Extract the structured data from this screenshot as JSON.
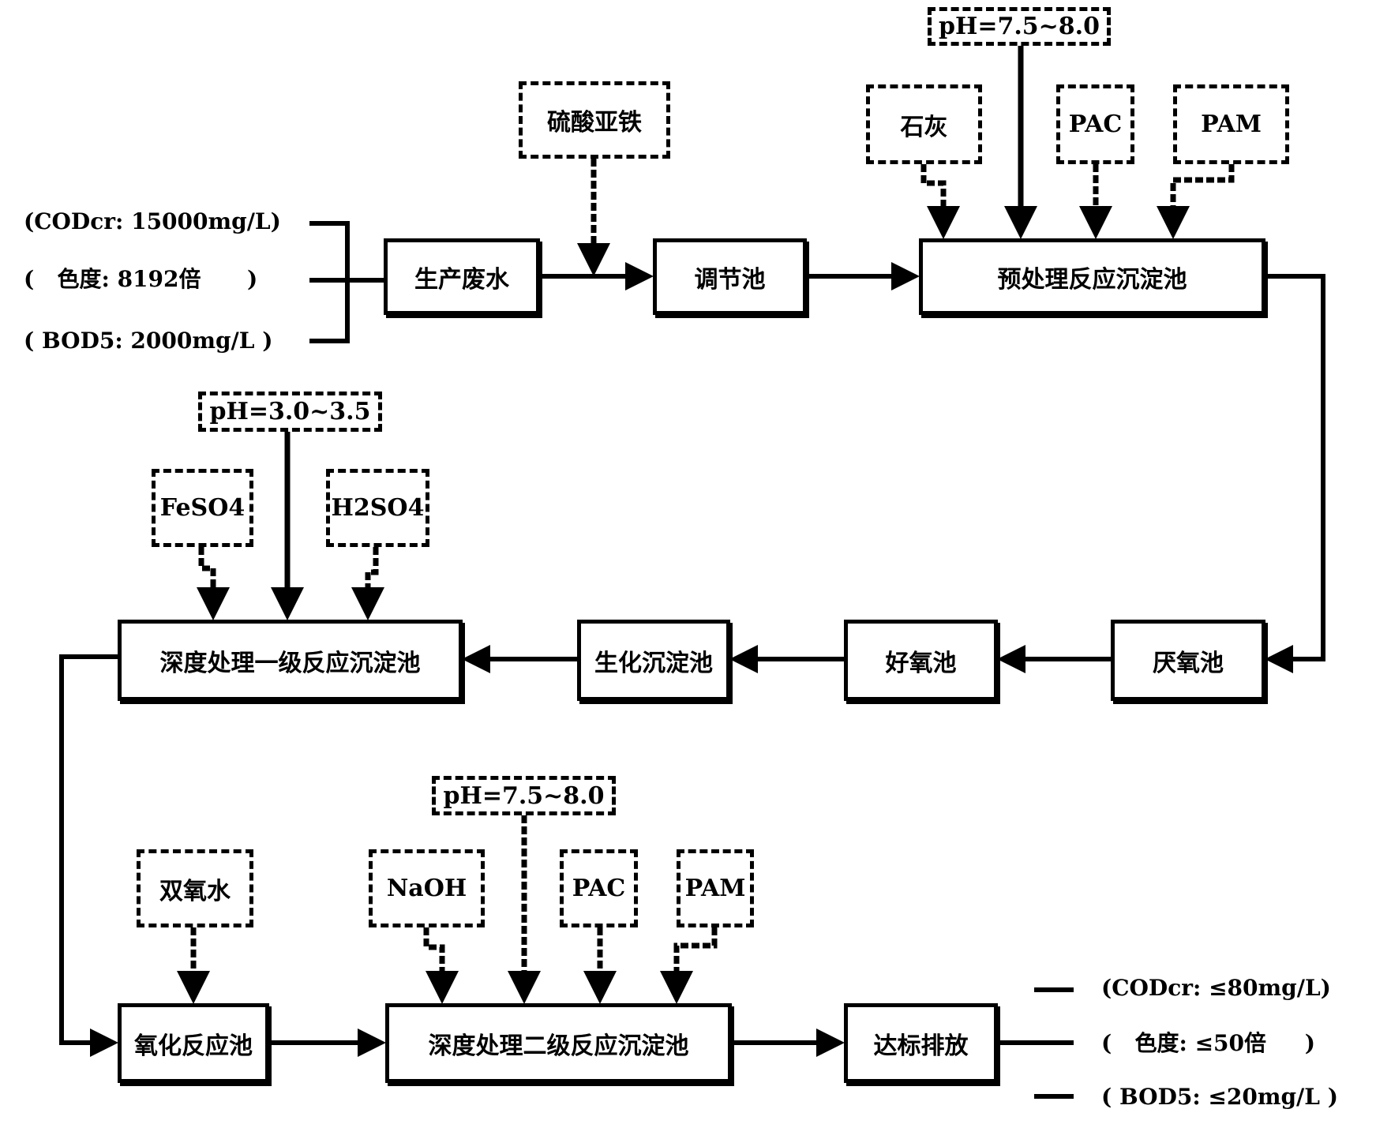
{
  "influent": {
    "cod": "(CODcr: 15000mg/L)",
    "color": "(   色度: 8192倍      )",
    "bod": "( BOD5: 2000mg/L )"
  },
  "effluent": {
    "cod": "(CODcr: ≤80mg/L)",
    "color": "(   色度: ≤50倍     )",
    "bod": "( BOD5: ≤20mg/L )"
  },
  "process_units": {
    "wastewater": "生产废水",
    "equalization": "调节池",
    "pretreatment": "预处理反应沉淀池",
    "anaerobic": "厌氧池",
    "aerobic": "好氧池",
    "bio_settling": "生化沉淀池",
    "deep_stage1": "深度处理一级反应沉淀池",
    "oxidation": "氧化反应池",
    "deep_stage2": "深度处理二级反应沉淀池",
    "discharge": "达标排放"
  },
  "reagents": {
    "ferrous_sulfate": "硫酸亚铁",
    "pretreat_ph": "pH=7.5~8.0",
    "lime": "石灰",
    "pretreat_pac": "PAC",
    "pretreat_pam": "PAM",
    "stage1_ph": "pH=3.0~3.5",
    "feso4": "FeSO4",
    "h2so4": "H2SO4",
    "hydrogen_peroxide": "双氧水",
    "stage2_ph": "pH=7.5~8.0",
    "naoh": "NaOH",
    "stage2_pac": "PAC",
    "stage2_pam": "PAM"
  }
}
